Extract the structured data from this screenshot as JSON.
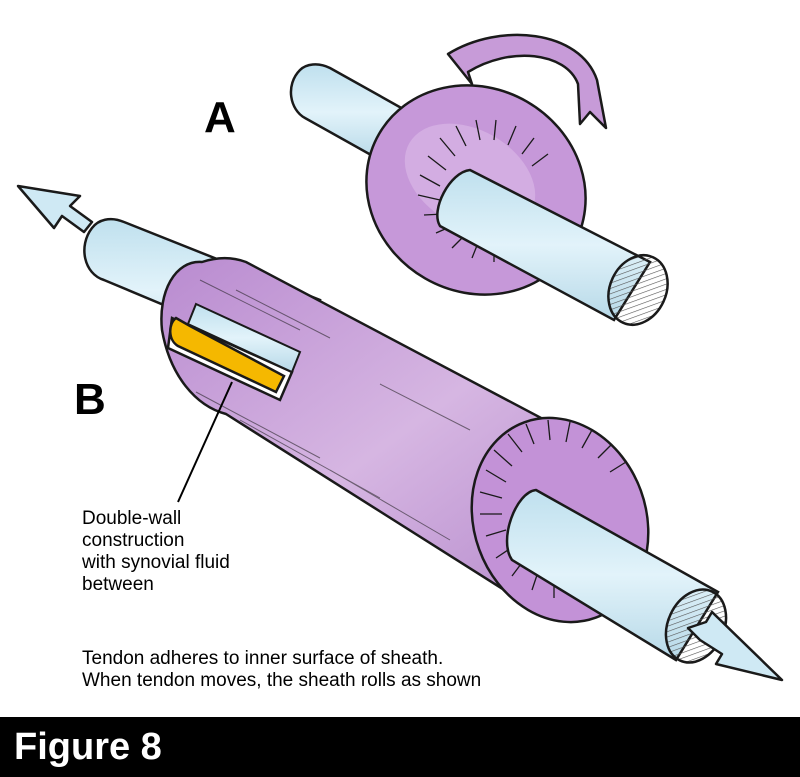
{
  "diagram": {
    "label_a": "A",
    "label_b": "B",
    "callout_lines": [
      "Double-wall",
      "construction",
      "with synovial fluid",
      "between"
    ],
    "caption_lines": [
      "Tendon adheres to inner surface of sheath.",
      "When tendon moves, the sheath rolls as shown"
    ]
  },
  "figure": {
    "title": "Figure 8"
  },
  "colors": {
    "tendon": "#cfe9f4",
    "sheath": "#c59ad6",
    "sheath_dark": "#a46fbe",
    "fluid": "#f5b800",
    "outline": "#1a1a1a",
    "arrow": "#b98ccb"
  }
}
